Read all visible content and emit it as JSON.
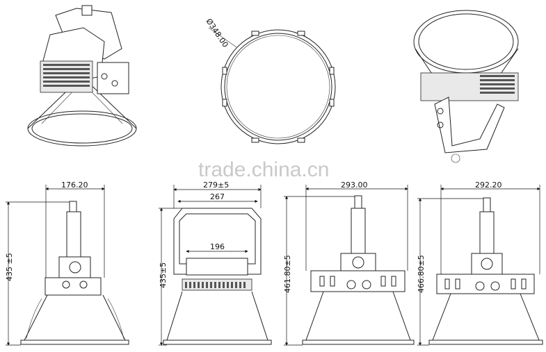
{
  "watermark": "trade.china.cn",
  "dimensions": {
    "diameter": "Ø348.00",
    "view1_width": "176.20",
    "view1_height": "435 ±5",
    "view2_width_outer": "279±5",
    "view2_width_mid": "267",
    "view2_width_inner": "196",
    "view2_height": "435±5",
    "view3_width": "293.00",
    "view3_height": "461.80±5",
    "view4_width": "292.20",
    "view4_height": "466.80±5"
  }
}
